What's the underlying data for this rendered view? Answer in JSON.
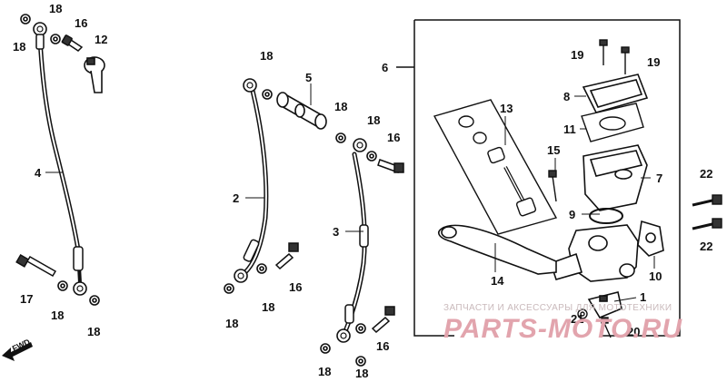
{
  "callouts": {
    "c18a": "18",
    "c18b": "18",
    "c16a": "16",
    "c12": "12",
    "c4": "4",
    "c17": "17",
    "c18c": "18",
    "c18d": "18",
    "c18e": "18",
    "c5": "5",
    "c18f": "18",
    "c2": "2",
    "c18g": "18",
    "c16b": "16",
    "c3": "3",
    "c18h": "18",
    "c16c": "16",
    "c18i": "18",
    "c18j": "18",
    "c18k": "18",
    "c16d": "16",
    "c6": "6",
    "c19a": "19",
    "c19b": "19",
    "c8": "8",
    "c13": "13",
    "c11": "11",
    "c15": "15",
    "c7": "7",
    "c9": "9",
    "c22a": "22",
    "c22b": "22",
    "c14": "14",
    "c10": "10",
    "c1": "1",
    "c21": "21",
    "c20": "20"
  },
  "direction_label": "FWD",
  "watermark": {
    "top_line": "ЗАПЧАСТИ И АКСЕССУАРЫ ДЛЯ МОТОТЕХНИКИ",
    "logo": "PARTS-MOTO.RU",
    "color": "#e2a4ad"
  }
}
